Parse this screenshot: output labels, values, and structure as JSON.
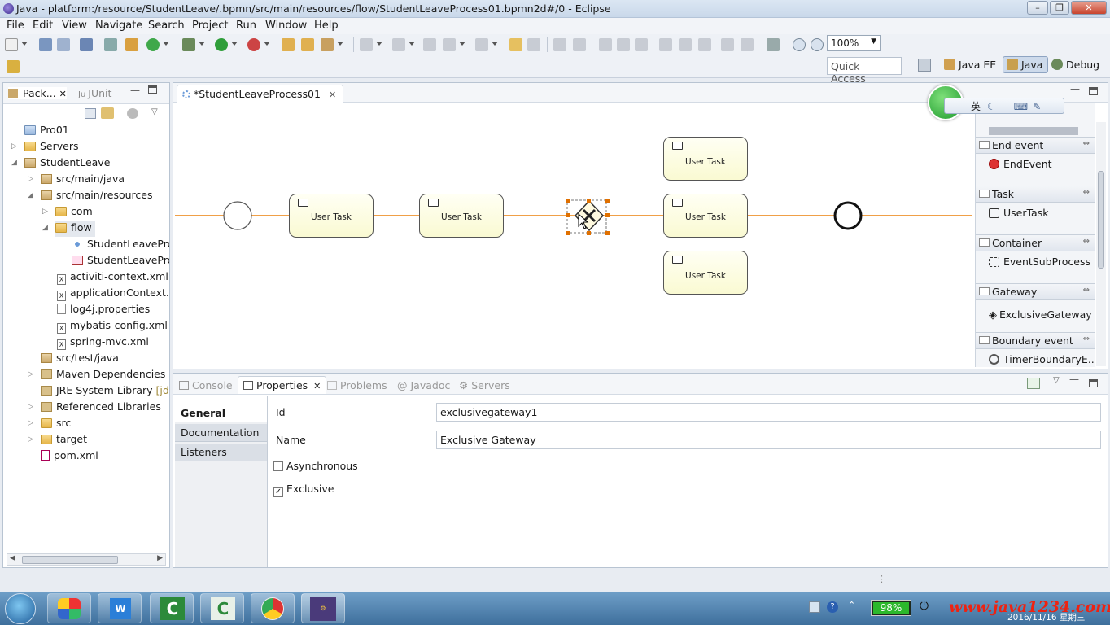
{
  "window": {
    "title": "Java - platform:/resource/StudentLeave/.bpmn/src/main/resources/flow/StudentLeaveProcess01.bpmn2d#/0 - Eclipse"
  },
  "menu": [
    "File",
    "Edit",
    "View",
    "Navigate",
    "Search",
    "Project",
    "Run",
    "Window",
    "Help"
  ],
  "toolbar": {
    "zoom": "100%",
    "quick_access": "Quick Access"
  },
  "perspectives": [
    "Java EE",
    "Java",
    "Debug"
  ],
  "left_panel": {
    "tabs": [
      "Pack...",
      "JUnit"
    ],
    "tree": [
      {
        "label": "Pro01",
        "icon": "folder-icon"
      },
      {
        "label": "Servers",
        "icon": "folder-icon"
      },
      {
        "label": "StudentLeave",
        "icon": "project-icon"
      },
      {
        "label": "src/main/java",
        "icon": "package-folder-icon"
      },
      {
        "label": "src/main/resources",
        "icon": "package-folder-icon"
      },
      {
        "label": "com",
        "icon": "folder-icon"
      },
      {
        "label": "flow",
        "icon": "folder-icon"
      },
      {
        "label": "StudentLeavePro",
        "icon": "bpmn-icon"
      },
      {
        "label": "StudentLeavePro",
        "icon": "image-icon"
      },
      {
        "label": "activiti-context.xml",
        "icon": "xml-icon"
      },
      {
        "label": "applicationContext.x",
        "icon": "xml-icon"
      },
      {
        "label": "log4j.properties",
        "icon": "file-icon"
      },
      {
        "label": "mybatis-config.xml",
        "icon": "xml-icon"
      },
      {
        "label": "spring-mvc.xml",
        "icon": "xml-icon"
      },
      {
        "label": "src/test/java",
        "icon": "package-folder-icon"
      },
      {
        "label": "Maven Dependencies",
        "icon": "library-icon"
      },
      {
        "label": "JRE System Library",
        "icon": "library-icon",
        "suffix": "[jdk"
      },
      {
        "label": "Referenced Libraries",
        "icon": "library-icon"
      },
      {
        "label": "src",
        "icon": "folder-icon"
      },
      {
        "label": "target",
        "icon": "folder-icon"
      },
      {
        "label": "pom.xml",
        "icon": "file-icon"
      }
    ]
  },
  "editor": {
    "tab": "*StudentLeaveProcess01",
    "tasks": [
      "User Task",
      "User Task",
      "User Task",
      "User Task",
      "User Task"
    ]
  },
  "palette": {
    "sections": [
      {
        "header": "End event",
        "item": "EndEvent"
      },
      {
        "header": "Task",
        "item": "UserTask"
      },
      {
        "header": "Container",
        "item": "EventSubProcess"
      },
      {
        "header": "Gateway",
        "item": "ExclusiveGateway"
      },
      {
        "header": "Boundary event",
        "item": "TimerBoundaryE..."
      }
    ]
  },
  "bottom": {
    "tabs": [
      "Console",
      "Properties",
      "Problems",
      "Javadoc",
      "Servers"
    ],
    "prop_tabs": [
      "General",
      "Documentation",
      "Listeners"
    ],
    "id_label": "Id",
    "id_value": "exclusivegateway1",
    "name_label": "Name",
    "name_value": "Exclusive Gateway",
    "async_label": "Asynchronous",
    "exclusive_label": "Exclusive"
  },
  "ime": {
    "chars": "英"
  },
  "taskbar": {
    "battery": "98%",
    "date": "2016/11/16 星期三",
    "watermark": "www.java1234.com"
  },
  "colors": {
    "sequence_flow": "#f0a048",
    "selection": "#e07000"
  }
}
